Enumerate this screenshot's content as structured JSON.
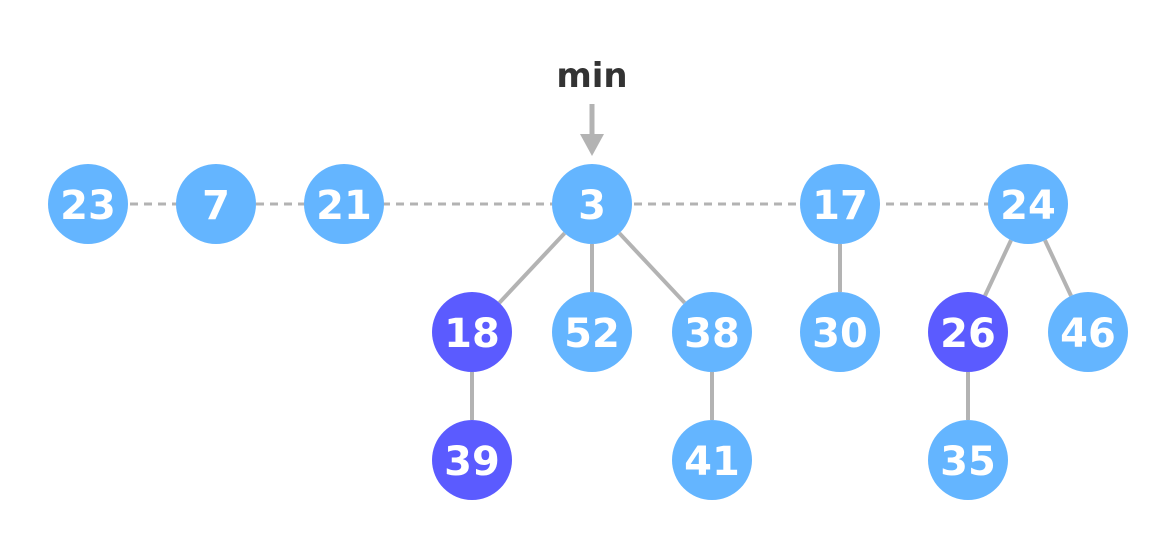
{
  "min_label": "min",
  "colors": {
    "node": "#64b5ff",
    "marked": "#5b5bff",
    "edge": "#b3b3b3",
    "text": "#ffffff",
    "min_text": "#333333"
  },
  "roots": [
    {
      "key": "23",
      "marked": false,
      "children": []
    },
    {
      "key": "7",
      "marked": false,
      "children": []
    },
    {
      "key": "21",
      "marked": false,
      "children": []
    },
    {
      "key": "3",
      "marked": false,
      "is_min": true,
      "children": [
        {
          "key": "18",
          "marked": true,
          "children": [
            {
              "key": "39",
              "marked": true,
              "children": []
            }
          ]
        },
        {
          "key": "52",
          "marked": false,
          "children": []
        },
        {
          "key": "38",
          "marked": false,
          "children": [
            {
              "key": "41",
              "marked": false,
              "children": []
            }
          ]
        }
      ]
    },
    {
      "key": "17",
      "marked": false,
      "children": [
        {
          "key": "30",
          "marked": false,
          "children": []
        }
      ]
    },
    {
      "key": "24",
      "marked": false,
      "children": [
        {
          "key": "26",
          "marked": true,
          "children": [
            {
              "key": "35",
              "marked": false,
              "children": []
            }
          ]
        },
        {
          "key": "46",
          "marked": false,
          "children": []
        }
      ]
    }
  ]
}
